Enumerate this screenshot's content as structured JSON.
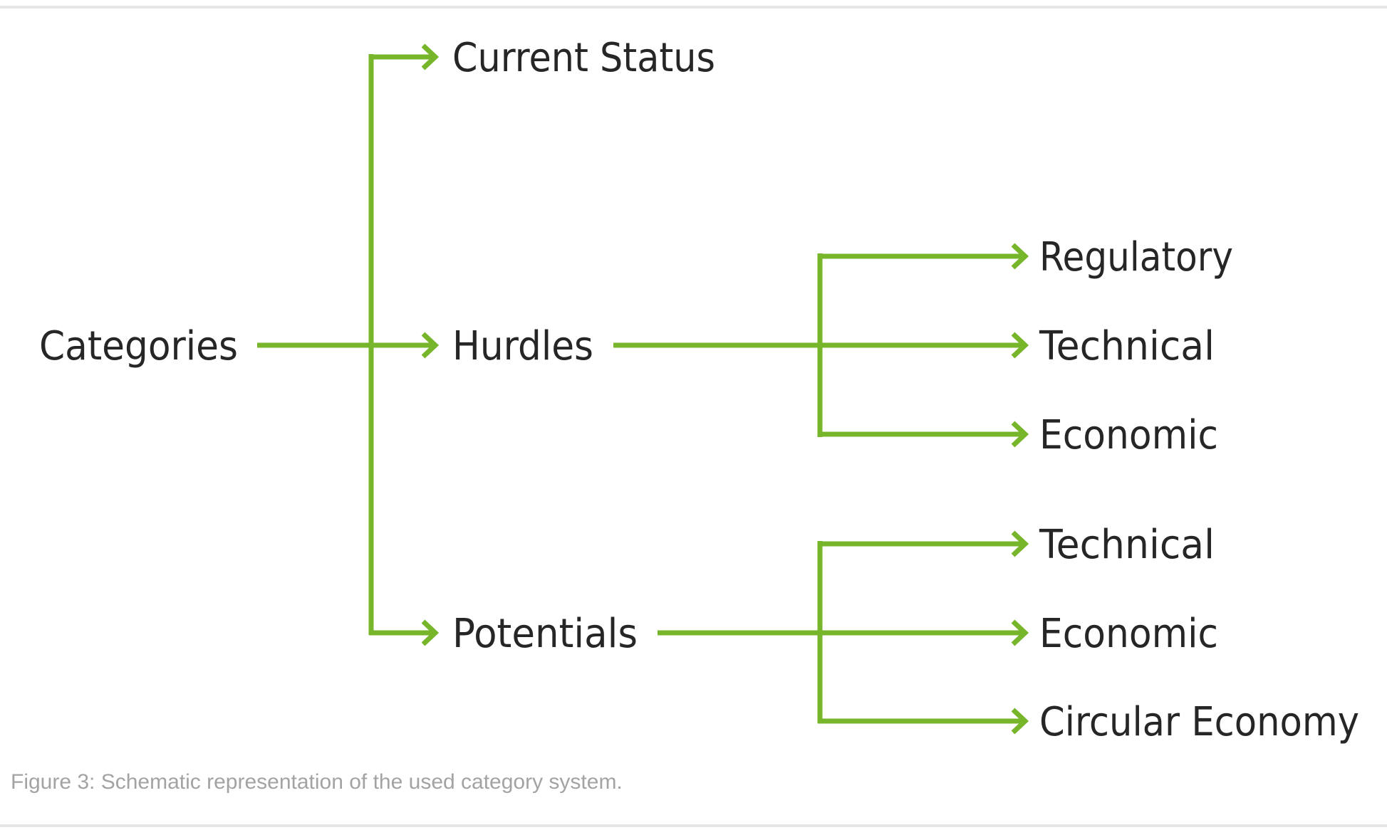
{
  "diagram": {
    "root": "Categories",
    "level1": {
      "current_status": "Current Status",
      "hurdles": "Hurdles",
      "potentials": "Potentials"
    },
    "hurdles_children": [
      "Regulatory",
      "Technical",
      "Economic"
    ],
    "potentials_children": [
      "Technical",
      "Economic",
      "Circular Economy"
    ],
    "line_color": "#77b52a",
    "text_color": "#262626"
  },
  "caption": "Figure 3: Schematic representation of the used category system."
}
